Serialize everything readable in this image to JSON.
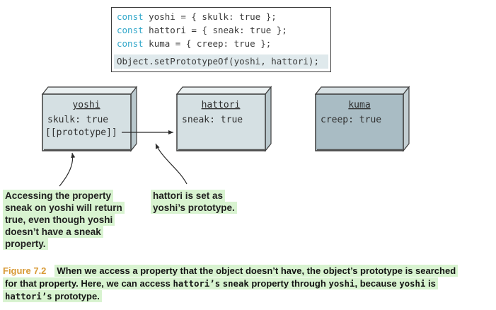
{
  "code": {
    "lines": [
      {
        "keyword": "const",
        "rest": " yoshi = { skulk: true };"
      },
      {
        "keyword": "const",
        "rest": " hattori = { sneak: true };"
      },
      {
        "keyword": "const",
        "rest": " kuma = { creep: true };"
      }
    ],
    "highlighted_line": "Object.setPrototypeOf(yoshi, hattori);"
  },
  "objects": {
    "yoshi": {
      "title": "yoshi",
      "prop": "skulk: true",
      "prototype_slot": "[[prototype]]"
    },
    "hattori": {
      "title": "hattori",
      "prop": "sneak: true"
    },
    "kuma": {
      "title": "kuma",
      "prop": "creep: true"
    }
  },
  "annotations": {
    "left": {
      "lines": [
        "Accessing the property",
        "sneak on yoshi will return",
        "true, even though yoshi",
        "doesn’t have a sneak",
        "property."
      ]
    },
    "right": {
      "lines": [
        "hattori is set as",
        "yoshi’s prototype."
      ]
    }
  },
  "caption": {
    "label": "Figure 7.2",
    "lines": [
      [
        {
          "text": "When we access a property that the object doesn’t have, the object’s prototype is searched"
        }
      ],
      [
        {
          "text": "for that property. Here, we can access "
        },
        {
          "text": "hattori’s",
          "mono": true
        },
        {
          "text": " "
        },
        {
          "text": "sneak",
          "mono": true
        },
        {
          "text": " property through "
        },
        {
          "text": "yoshi",
          "mono": true
        },
        {
          "text": ", because "
        },
        {
          "text": "yoshi",
          "mono": true
        },
        {
          "text": " is"
        }
      ],
      [
        {
          "text": "hattori’s",
          "mono": true
        },
        {
          "text": " prototype."
        }
      ]
    ]
  },
  "colors": {
    "keyword": "#2fa6c9",
    "code_highlight_bg": "#dfe9ec",
    "green_highlight": "#d8f3d0",
    "figure_label": "#d89a36",
    "box_light_front": "#d5e0e3",
    "box_light_top": "#eaf0f1",
    "box_light_side": "#b9c8cd",
    "box_dark_front": "#a9bcc4",
    "box_dark_top": "#d7e0e3",
    "box_dark_side": "#c3ced2"
  }
}
